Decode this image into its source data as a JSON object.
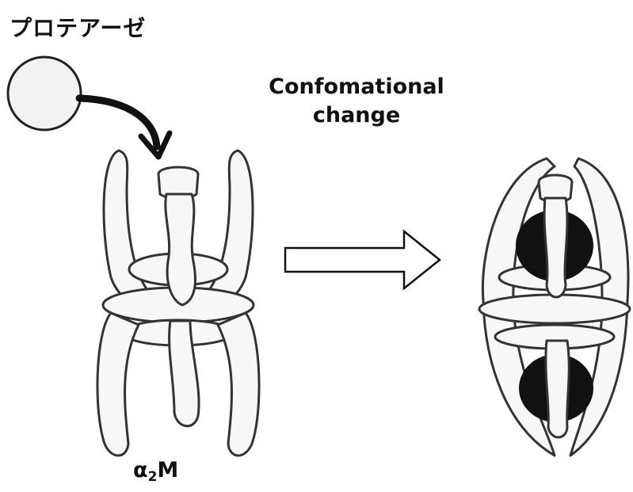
{
  "protease_label": "プロテアーゼ",
  "change_label_line1": "Confomational",
  "change_label_line2": "change",
  "alpha2m_symbol": "α",
  "alpha2m_subscript": "2",
  "alpha2m_suffix": "M"
}
